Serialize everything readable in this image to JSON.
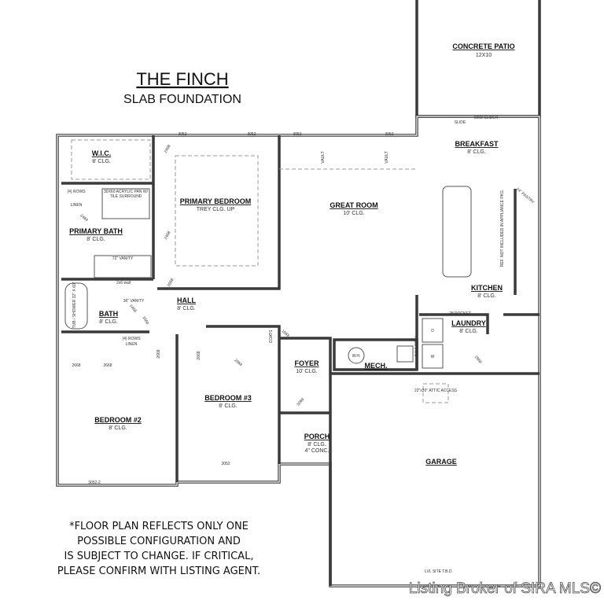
{
  "title": "THE FINCH",
  "subtitle": "SLAB FOUNDATION",
  "rooms": {
    "patio": {
      "name": "CONCRETE PATIO",
      "detail": "12X10"
    },
    "wic": {
      "name": "W.I.C.",
      "detail": "8' CLG."
    },
    "primary_bedroom": {
      "name": "PRIMARY BEDROOM",
      "detail": "TREY CLG. UP"
    },
    "great_room": {
      "name": "GREAT ROOM",
      "detail": "10' CLG."
    },
    "breakfast": {
      "name": "BREAKFAST",
      "detail": "8' CLG."
    },
    "primary_bath": {
      "name": "PRIMARY BATH",
      "detail": "8' CLG."
    },
    "kitchen": {
      "name": "KITCHEN",
      "detail": "8' CLG."
    },
    "hall": {
      "name": "HALL",
      "detail": "8' CLG."
    },
    "bath": {
      "name": "BATH",
      "detail": "8' CLG."
    },
    "laundry": {
      "name": "LAUNDRY",
      "detail": "8' CLG."
    },
    "foyer": {
      "name": "FOYER",
      "detail": "10' CLG."
    },
    "mech": {
      "name": "MECH."
    },
    "bedroom2": {
      "name": "BEDROOM #2",
      "detail": "8' CLG."
    },
    "bedroom3": {
      "name": "BEDROOM #3",
      "detail": "8' CLG."
    },
    "porch": {
      "name": "PORCH",
      "detail": "8' CLG.",
      "detail2": "4\" CONC."
    },
    "garage": {
      "name": "GARAGE"
    }
  },
  "annotations": {
    "window": "3052",
    "window_b2": "3052-2",
    "door_2468": "2468",
    "door_2668": "2668",
    "door_2868": "2868",
    "door_3068": "3068",
    "door_1668": "1668",
    "slide": "SLIDE",
    "slider": "6068 SLIDER",
    "vault": "VAULT",
    "rows": "(4) ROWS",
    "linen": "LINEN",
    "shower": "30X60 ACRYLIC PAN W/ TILE SURROUND",
    "vanity72": "72\" VANITY",
    "vanity36": "36\" VANITY",
    "wall2x6": "2x6 wall",
    "tub": "TUB / SHOWER 32\" X 60\"",
    "coats": "COATS",
    "pantry": "24\" PANTRY",
    "ref_note": "REF. NOT INCLUDED IN APPLIANCE PKG.",
    "pocket": "28 POCKET",
    "wall_2x6_caps": "2 X 6 WALL",
    "wh": "W.H.",
    "attic": "22\"x30\" ATTIC ACCESS",
    "site": "LVL SITE T.B.D.",
    "dryer": "D",
    "washer": "W"
  },
  "note_lines": [
    "*FLOOR PLAN REFLECTS ONLY ONE",
    "POSSIBLE CONFIGURATION AND",
    "IS SUBJECT TO CHANGE. IF CRITICAL,",
    "PLEASE CONFIRM WITH LISTING AGENT."
  ],
  "watermark": "Listing Broker of SIRA MLS©"
}
